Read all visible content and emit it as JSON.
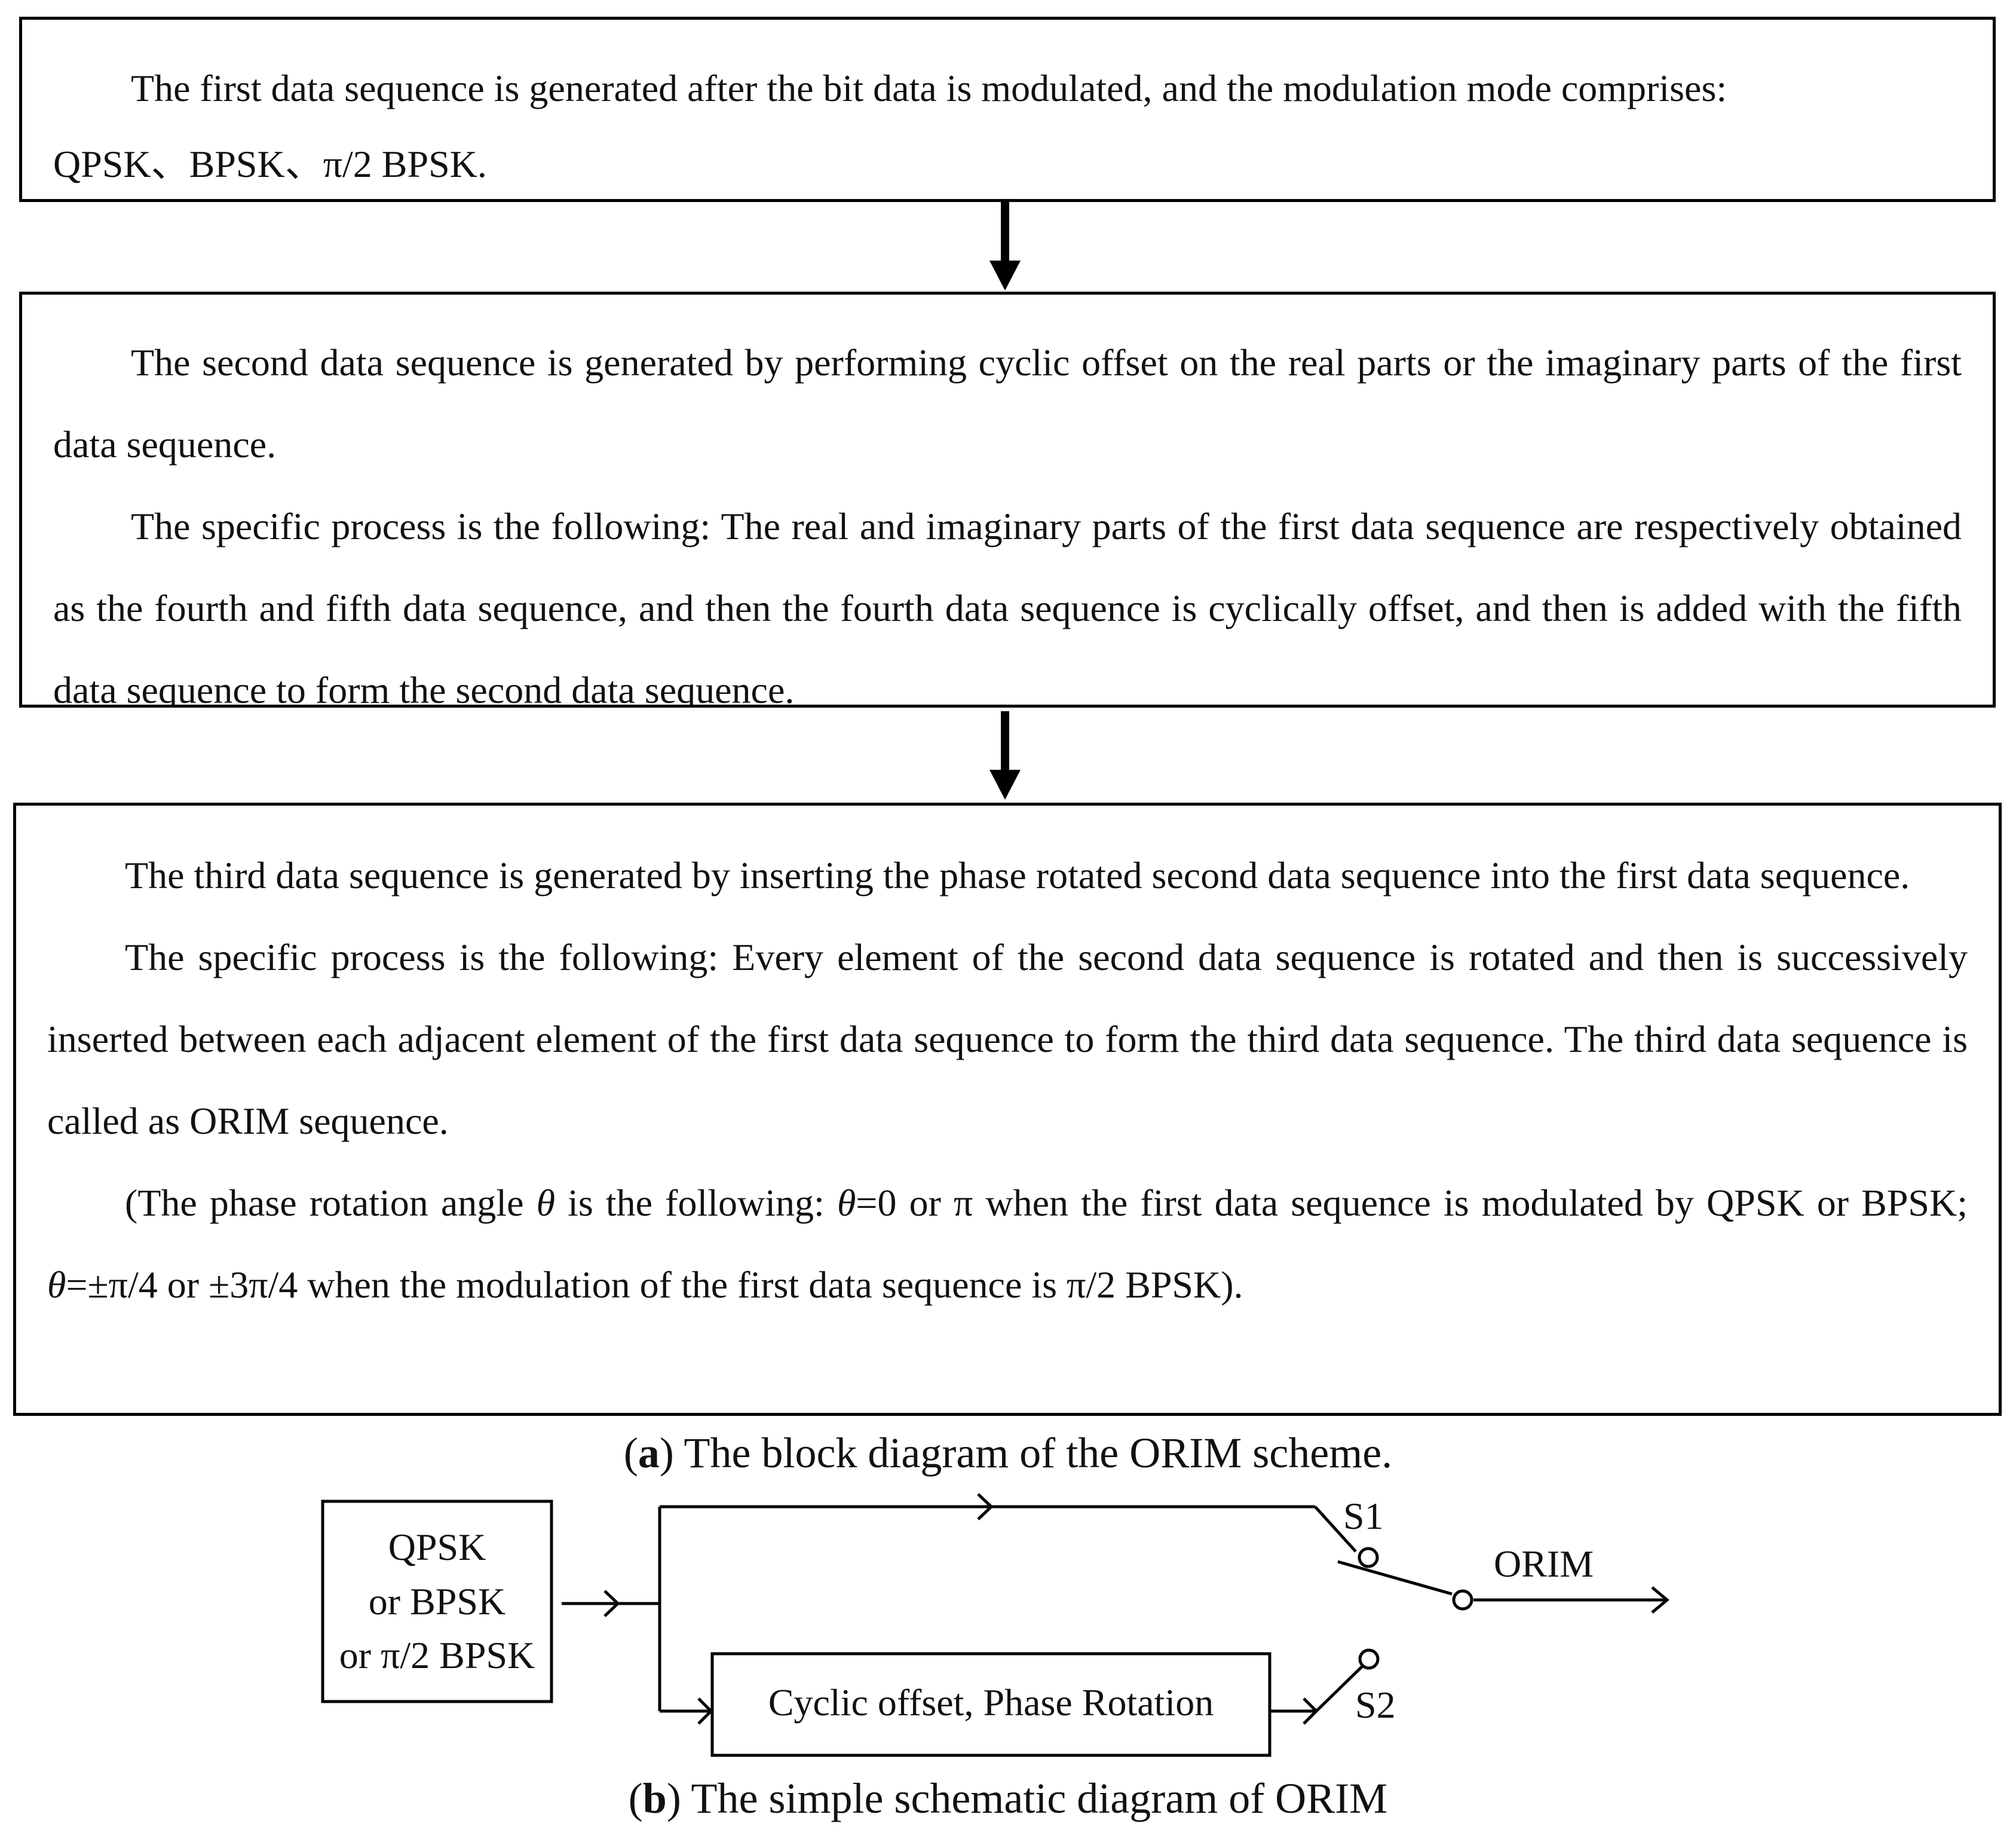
{
  "block1": {
    "line1": "The first data sequence is generated after the bit data is modulated, and the modulation mode comprises:",
    "line2": "QPSK、BPSK、π/2 BPSK."
  },
  "block2": {
    "para1": "The second data sequence is generated by performing cyclic offset on the real parts or the imaginary parts of the first data sequence.",
    "para2": "The specific process is the following: The real and imaginary parts of the first data sequence are respectively obtained as the fourth and fifth data sequence, and then the fourth data sequence is cyclically offset, and then is added with the fifth data sequence to form the second data sequence."
  },
  "block3": {
    "para1": "The third data sequence is generated by inserting the phase rotated second data sequence into the first data sequence.",
    "para2": "The specific process is the following: Every element of the second data sequence is rotated and then is successively inserted between each adjacent element of the first data sequence to form the third data sequence. The third data sequence is called as ORIM sequence.",
    "para3_prefix": "(The phase rotation angle ",
    "theta": "θ",
    "para3_mid1": " is the following: ",
    "para3_mid2": "=0 or π when the first data sequence is modulated by QPSK or BPSK; ",
    "para3_mid3": "=±π/4 or ±3π/4 when the modulation of the first data sequence is π/2 BPSK)."
  },
  "caption_a": {
    "letter": "a",
    "text": ") The block diagram of the ORIM scheme."
  },
  "caption_b": {
    "letter": "b",
    "text": ") The simple schematic diagram of ORIM"
  },
  "schematic": {
    "mod_line1": "QPSK",
    "mod_line2": "or BPSK",
    "mod_line3": "or π/2 BPSK",
    "process_label": "Cyclic offset, Phase Rotation",
    "switch1_label": "S1",
    "switch2_label": "S2",
    "output_label": "ORIM"
  }
}
